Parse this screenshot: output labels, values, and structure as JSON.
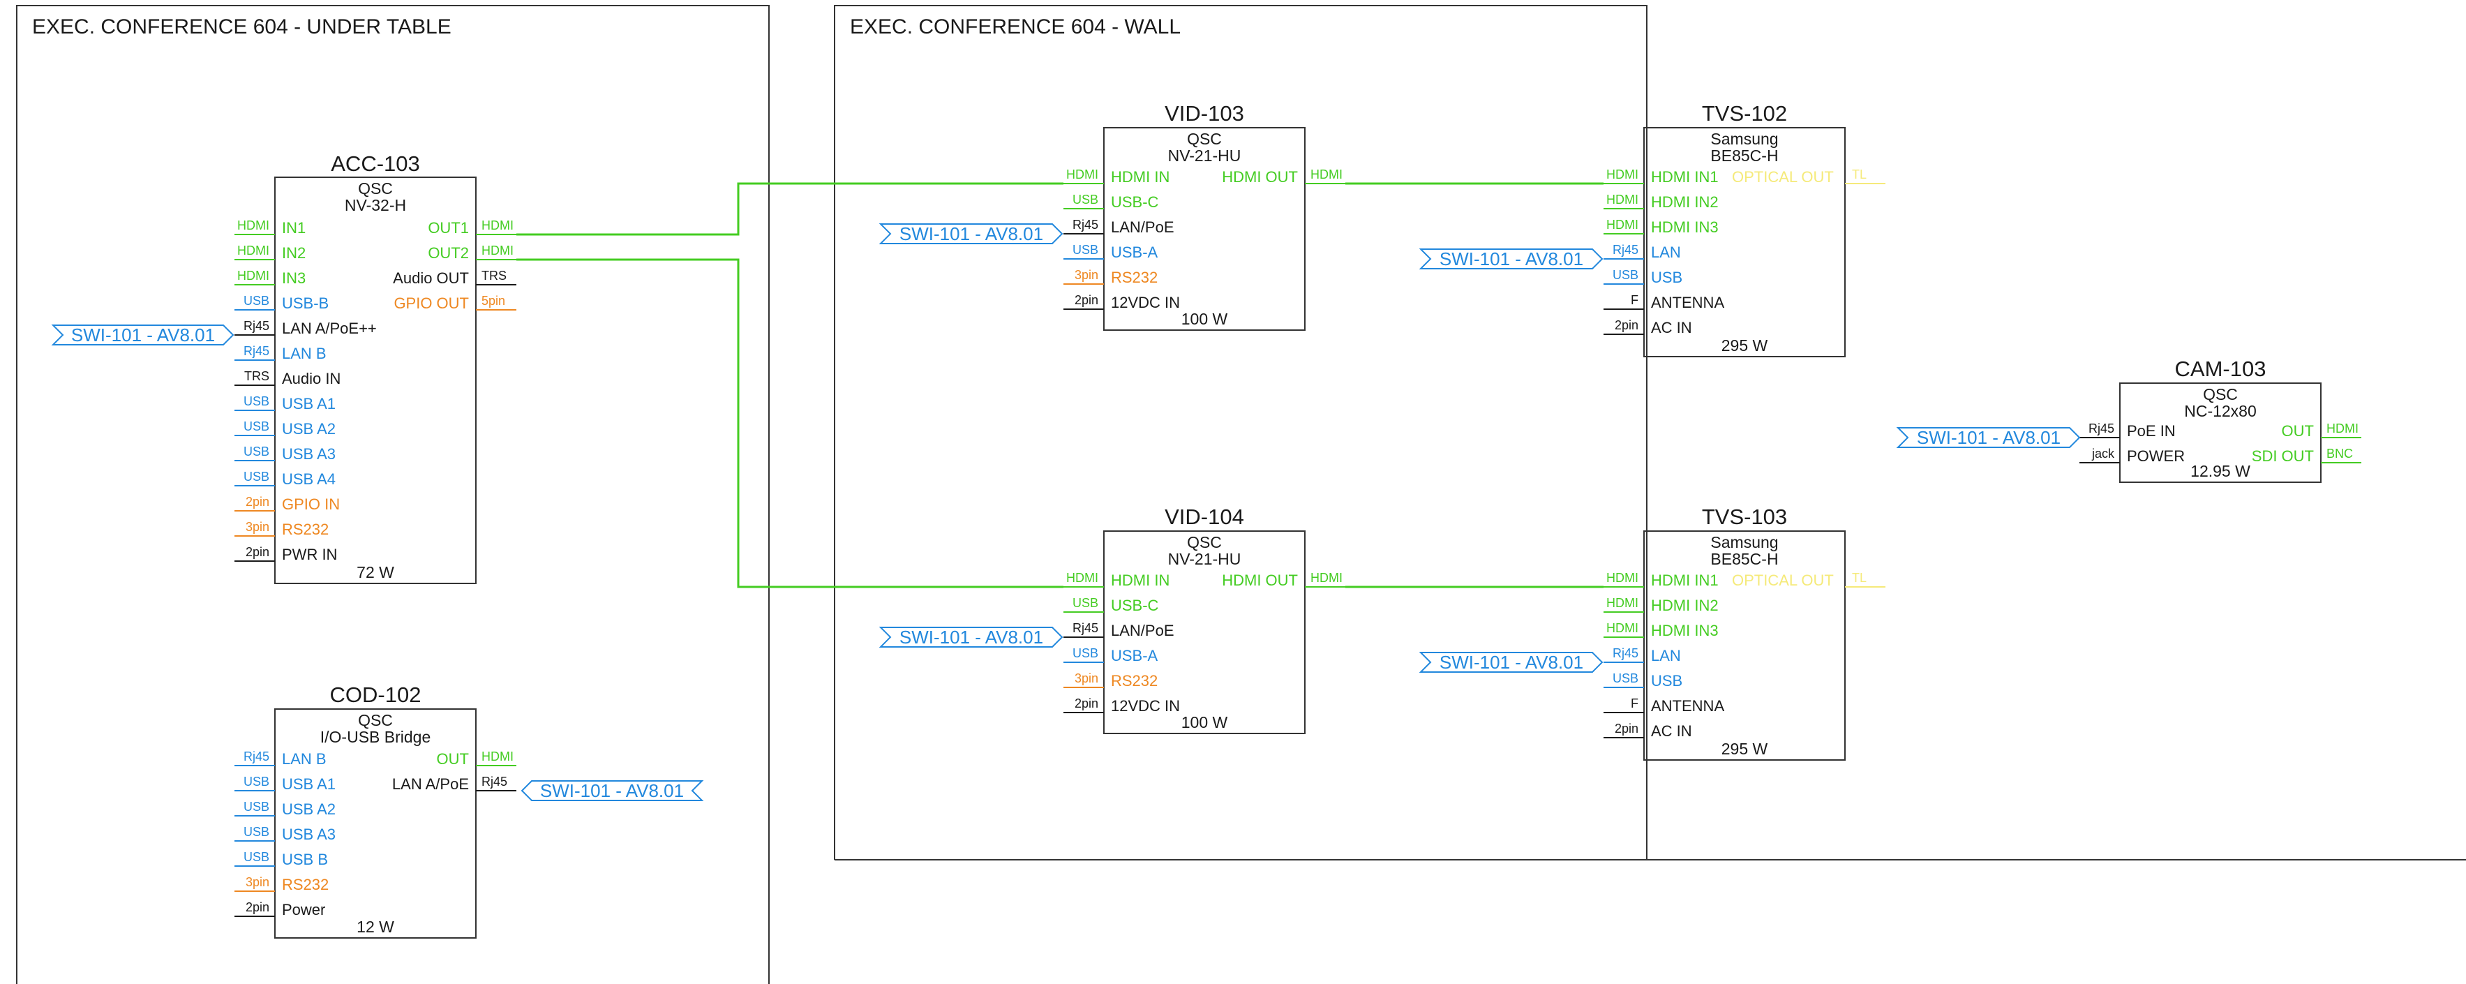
{
  "colors": {
    "hdmi": "#44cc22",
    "usb": "#2288dd",
    "control": "#ee8822",
    "text": "#1a1a1a",
    "dim": "#f5ea7a",
    "line": "#333333"
  },
  "frames": [
    {
      "title": "EXEC. CONFERENCE 604 - UNDER TABLE"
    },
    {
      "title": "EXEC. CONFERENCE 604 - WALL"
    }
  ],
  "tag_label": "SWI-101 - AV8.01",
  "devices": [
    {
      "name": "ACC-103",
      "sub1": "QSC",
      "sub2": "NV-32-H",
      "power": "72 W",
      "inputs": [
        {
          "label": "IN1",
          "conn": "HDMI",
          "type": "hdmi"
        },
        {
          "label": "IN2",
          "conn": "HDMI",
          "type": "hdmi"
        },
        {
          "label": "IN3",
          "conn": "HDMI",
          "type": "hdmi"
        },
        {
          "label": "USB-B",
          "conn": "USB",
          "type": "usb"
        },
        {
          "label": "LAN A/PoE++",
          "conn": "Rj45",
          "type": "plain"
        },
        {
          "label": "LAN B",
          "conn": "Rj45",
          "type": "usb"
        },
        {
          "label": "Audio IN",
          "conn": "TRS",
          "type": "plain"
        },
        {
          "label": "USB A1",
          "conn": "USB",
          "type": "usb"
        },
        {
          "label": "USB A2",
          "conn": "USB",
          "type": "usb"
        },
        {
          "label": "USB A3",
          "conn": "USB",
          "type": "usb"
        },
        {
          "label": "USB A4",
          "conn": "USB",
          "type": "usb"
        },
        {
          "label": "GPIO IN",
          "conn": "2pin",
          "type": "control"
        },
        {
          "label": "RS232",
          "conn": "3pin",
          "type": "control"
        },
        {
          "label": "PWR IN",
          "conn": "2pin",
          "type": "plain"
        }
      ],
      "outputs": [
        {
          "label": "OUT1",
          "conn": "HDMI",
          "type": "hdmi"
        },
        {
          "label": "OUT2",
          "conn": "HDMI",
          "type": "hdmi"
        },
        {
          "label": "Audio OUT",
          "conn": "TRS",
          "type": "plain"
        },
        {
          "label": "GPIO OUT",
          "conn": "5pin",
          "type": "control"
        }
      ]
    },
    {
      "name": "COD-102",
      "sub1": "QSC",
      "sub2": "I/O-USB Bridge",
      "power": "12 W",
      "inputs": [
        {
          "label": "LAN B",
          "conn": "Rj45",
          "type": "usb"
        },
        {
          "label": "USB A1",
          "conn": "USB",
          "type": "usb"
        },
        {
          "label": "USB A2",
          "conn": "USB",
          "type": "usb"
        },
        {
          "label": "USB A3",
          "conn": "USB",
          "type": "usb"
        },
        {
          "label": "USB B",
          "conn": "USB",
          "type": "usb"
        },
        {
          "label": "RS232",
          "conn": "3pin",
          "type": "control"
        },
        {
          "label": "Power",
          "conn": "2pin",
          "type": "plain"
        }
      ],
      "outputs": [
        {
          "label": "OUT",
          "conn": "HDMI",
          "type": "hdmi"
        },
        {
          "label": "LAN A/PoE",
          "conn": "Rj45",
          "type": "plain"
        }
      ]
    },
    {
      "name": "VID-103",
      "sub1": "QSC",
      "sub2": "NV-21-HU",
      "power": "100 W",
      "inputs": [
        {
          "label": "HDMI IN",
          "conn": "HDMI",
          "type": "hdmi"
        },
        {
          "label": "USB-C",
          "conn": "USB",
          "type": "hdmi"
        },
        {
          "label": "LAN/PoE",
          "conn": "Rj45",
          "type": "plain"
        },
        {
          "label": "USB-A",
          "conn": "USB",
          "type": "usb"
        },
        {
          "label": "RS232",
          "conn": "3pin",
          "type": "control"
        },
        {
          "label": "12VDC IN",
          "conn": "2pin",
          "type": "plain"
        }
      ],
      "outputs": [
        {
          "label": "HDMI OUT",
          "conn": "HDMI",
          "type": "hdmi"
        }
      ]
    },
    {
      "name": "VID-104",
      "sub1": "QSC",
      "sub2": "NV-21-HU",
      "power": "100 W",
      "inputs": [
        {
          "label": "HDMI IN",
          "conn": "HDMI",
          "type": "hdmi"
        },
        {
          "label": "USB-C",
          "conn": "USB",
          "type": "hdmi"
        },
        {
          "label": "LAN/PoE",
          "conn": "Rj45",
          "type": "plain"
        },
        {
          "label": "USB-A",
          "conn": "USB",
          "type": "usb"
        },
        {
          "label": "RS232",
          "conn": "3pin",
          "type": "control"
        },
        {
          "label": "12VDC IN",
          "conn": "2pin",
          "type": "plain"
        }
      ],
      "outputs": [
        {
          "label": "HDMI OUT",
          "conn": "HDMI",
          "type": "hdmi"
        }
      ]
    },
    {
      "name": "TVS-102",
      "sub1": "Samsung",
      "sub2": "BE85C-H",
      "power": "295 W",
      "inputs": [
        {
          "label": "HDMI IN1",
          "conn": "HDMI",
          "type": "hdmi"
        },
        {
          "label": "HDMI IN2",
          "conn": "HDMI",
          "type": "hdmi"
        },
        {
          "label": "HDMI IN3",
          "conn": "HDMI",
          "type": "hdmi"
        },
        {
          "label": "LAN",
          "conn": "Rj45",
          "type": "usb"
        },
        {
          "label": "USB",
          "conn": "USB",
          "type": "usb"
        },
        {
          "label": "ANTENNA",
          "conn": "F",
          "type": "plain"
        },
        {
          "label": "AC IN",
          "conn": "2pin",
          "type": "plain"
        }
      ],
      "outputs": [
        {
          "label": "OPTICAL OUT",
          "conn": "TL",
          "type": "dim"
        }
      ]
    },
    {
      "name": "TVS-103",
      "sub1": "Samsung",
      "sub2": "BE85C-H",
      "power": "295 W",
      "inputs": [
        {
          "label": "HDMI IN1",
          "conn": "HDMI",
          "type": "hdmi"
        },
        {
          "label": "HDMI IN2",
          "conn": "HDMI",
          "type": "hdmi"
        },
        {
          "label": "HDMI IN3",
          "conn": "HDMI",
          "type": "hdmi"
        },
        {
          "label": "LAN",
          "conn": "Rj45",
          "type": "usb"
        },
        {
          "label": "USB",
          "conn": "USB",
          "type": "usb"
        },
        {
          "label": "ANTENNA",
          "conn": "F",
          "type": "plain"
        },
        {
          "label": "AC IN",
          "conn": "2pin",
          "type": "plain"
        }
      ],
      "outputs": [
        {
          "label": "OPTICAL OUT",
          "conn": "TL",
          "type": "dim"
        }
      ]
    },
    {
      "name": "CAM-103",
      "sub1": "QSC",
      "sub2": "NC-12x80",
      "power": "12.95 W",
      "inputs": [
        {
          "label": "PoE IN",
          "conn": "Rj45",
          "type": "plain"
        },
        {
          "label": "POWER",
          "conn": "jack",
          "type": "plain"
        }
      ],
      "outputs": [
        {
          "label": "OUT",
          "conn": "HDMI",
          "type": "hdmi"
        },
        {
          "label": "SDI OUT",
          "conn": "BNC",
          "type": "hdmi"
        }
      ]
    }
  ]
}
